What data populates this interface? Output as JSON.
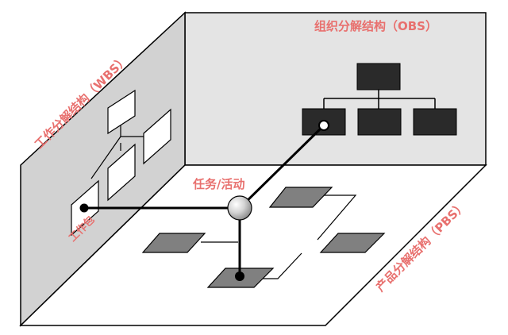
{
  "labels": {
    "obs": "组织分解结构（OBS）",
    "wbs": "工作分解结构（WBS）",
    "pbs": "产品分解结构（PBS）",
    "task": "任务/活动",
    "work_package": "工作包"
  },
  "colors": {
    "label": "#e8706e",
    "wall": "#e5e5e5",
    "floor": "#ffffff",
    "box_dark": "#2a2a2a",
    "tile": "#7f7f7f",
    "outline": "#000000",
    "hub_sphere": "#d0d0d0"
  }
}
